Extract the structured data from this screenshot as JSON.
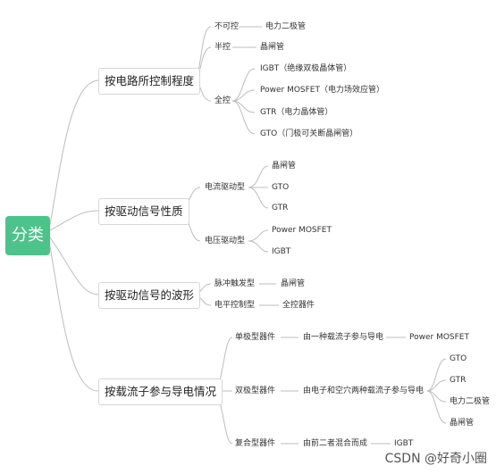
{
  "root": "分类",
  "b1": {
    "label": "按电路所控制程度",
    "c1": "不可控",
    "c1a": "电力二极管",
    "c2": "半控",
    "c2a": "晶闸管",
    "c3": "全控",
    "c3items": [
      "IGBT（绝缘双极晶体管）",
      "Power MOSFET（电力场效应管）",
      "GTR（电力晶体管）",
      "GTO（门极可关断晶闸管）"
    ]
  },
  "b2": {
    "label": "按驱动信号性质",
    "c1": "电流驱动型",
    "c1items": [
      "晶闸管",
      "GTO",
      "GTR"
    ],
    "c2": "电压驱动型",
    "c2items": [
      "Power MOSFET",
      "IGBT"
    ]
  },
  "b3": {
    "label": "按驱动信号的波形",
    "c1": "脉冲触发型",
    "c1a": "晶闸管",
    "c2": "电平控制型",
    "c2a": "全控器件"
  },
  "b4": {
    "label": "按载流子参与导电情况",
    "c1": "单极型器件",
    "c1a": "由一种载流子参与导电",
    "c1b": "Power MOSFET",
    "c2": "双极型器件",
    "c2a": "由电子和空穴两种载流子参与导电",
    "c2items": [
      "GTO",
      "GTR",
      "电力二极管",
      "晶闸管"
    ],
    "c3": "复合型器件",
    "c3a": "由前二者混合而成",
    "c3b": "IGBT"
  },
  "watermark": "CSDN @好奇小圈"
}
